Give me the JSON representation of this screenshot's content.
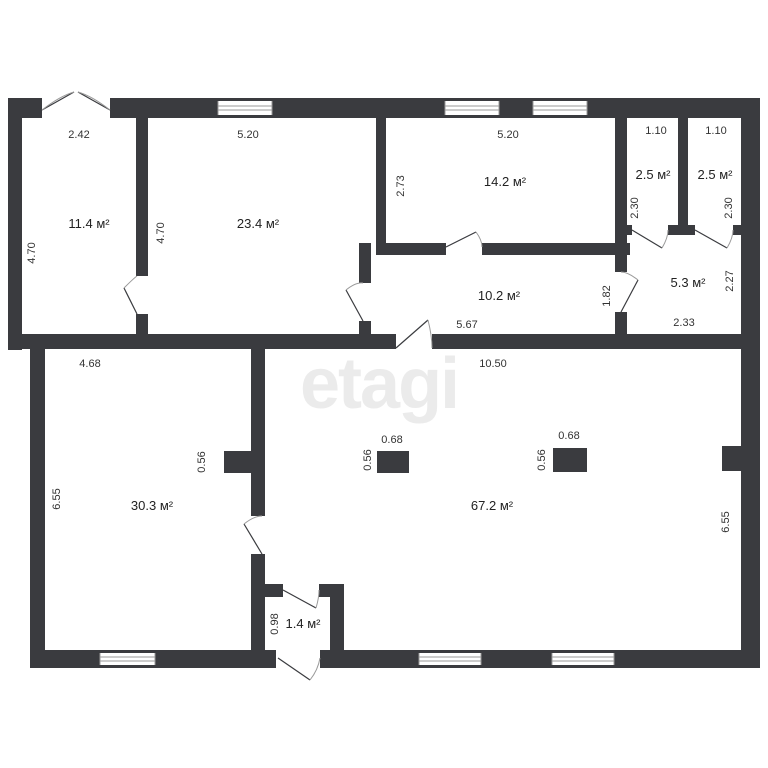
{
  "watermark": "etagi",
  "rooms": [
    {
      "id": "room-1",
      "area": "11.4 м²",
      "width": "2.42",
      "height": "4.70"
    },
    {
      "id": "room-2",
      "area": "23.4 м²",
      "width": "5.20",
      "height": "4.70"
    },
    {
      "id": "room-3",
      "area": "14.2 м²",
      "width": "5.20",
      "height": "2.73"
    },
    {
      "id": "room-4",
      "area": "2.5 м²",
      "width": "1.10",
      "height": "2.30"
    },
    {
      "id": "room-5",
      "area": "2.5 м²",
      "width": "1.10",
      "height": "2.30"
    },
    {
      "id": "room-6",
      "area": "10.2 м²",
      "width": "5.67",
      "height": "1.82"
    },
    {
      "id": "room-7",
      "area": "5.3 м²",
      "width": "2.33",
      "height": "2.27"
    },
    {
      "id": "room-8",
      "area": "30.3 м²",
      "width": "4.68",
      "height": "6.55"
    },
    {
      "id": "room-9",
      "area": "67.2 м²",
      "width": "10.50",
      "height": "6.55"
    },
    {
      "id": "room-10",
      "area": "1.4 м²",
      "height": "0.98"
    }
  ],
  "columns": [
    {
      "id": "column-1",
      "width": "0.68",
      "depth": "0.56"
    },
    {
      "id": "column-2",
      "width": "0.68",
      "depth": "0.56"
    }
  ],
  "pilaster": {
    "depth": "0.56"
  }
}
